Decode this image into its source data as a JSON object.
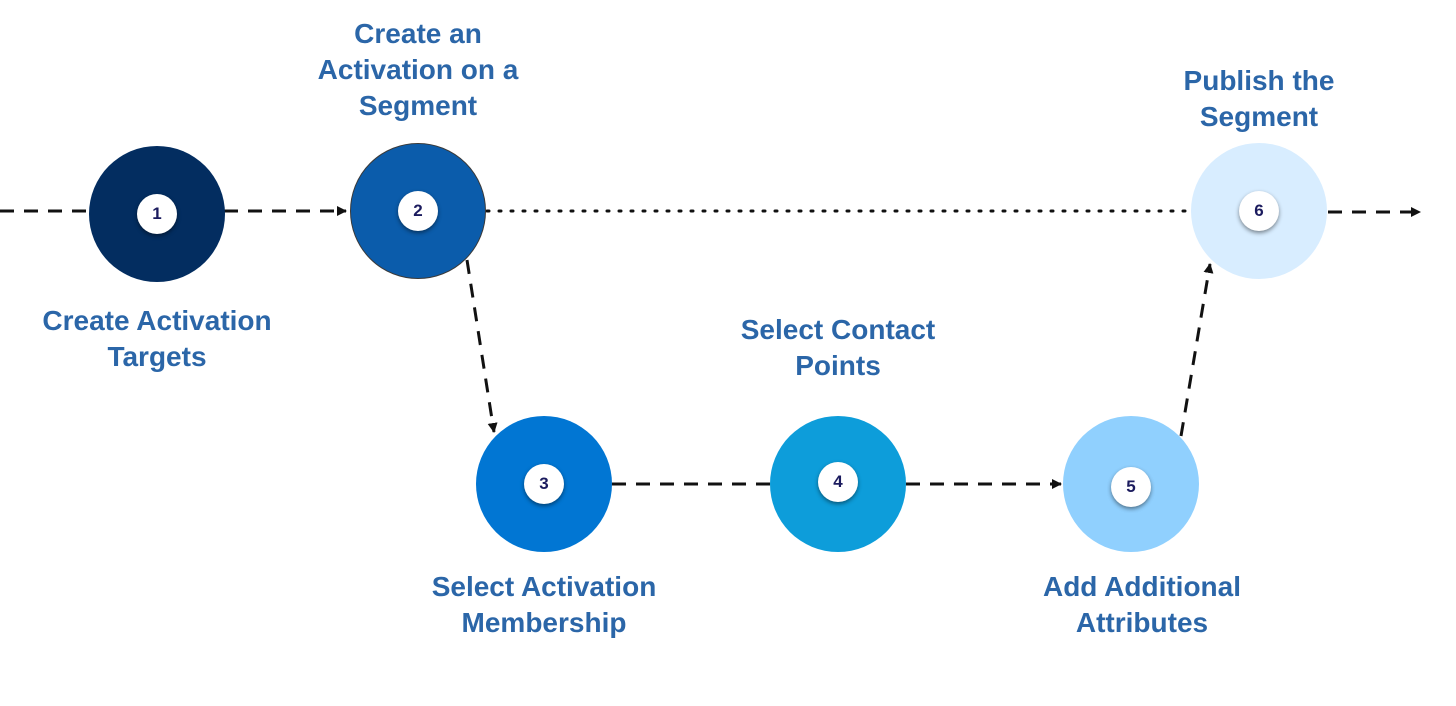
{
  "steps": [
    {
      "number": "1",
      "label": "Create Activation\nTargets",
      "color": "#032d60"
    },
    {
      "number": "2",
      "label": "Create an\nActivation on a\nSegment",
      "color": "#0b5cab"
    },
    {
      "number": "3",
      "label": "Select Activation\nMembership",
      "color": "#0176d3"
    },
    {
      "number": "4",
      "label": "Select Contact\nPoints",
      "color": "#0d9dda"
    },
    {
      "number": "5",
      "label": "Add Additional\nAttributes",
      "color": "#90d0fe"
    },
    {
      "number": "6",
      "label": "Publish the\nSegment",
      "color": "#d8edff"
    }
  ],
  "colors": {
    "label_text": "#2b66a8",
    "connector": "#111111",
    "badge_text": "#1b1b5e"
  }
}
